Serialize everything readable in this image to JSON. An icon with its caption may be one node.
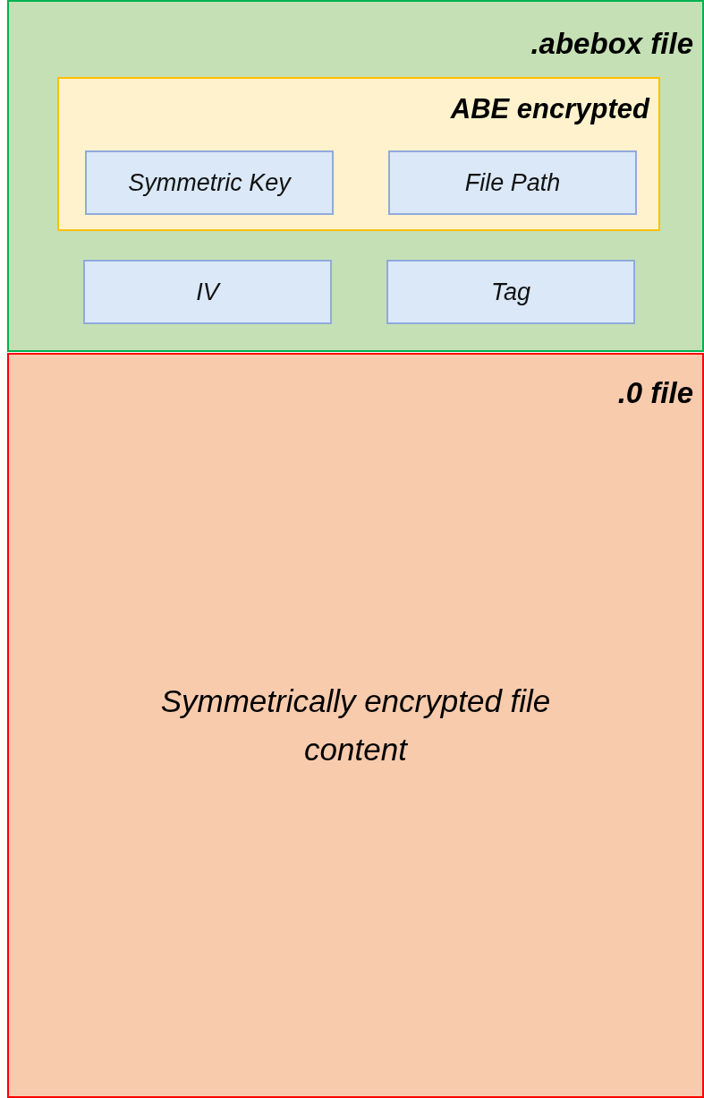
{
  "diagram": {
    "nodes": [
      {
        "text": [
          ".abebox file"
        ]
      },
      {
        "text": [
          "ABE encrypted"
        ],
        "in": 0
      },
      {
        "text": [
          "Symmetric Key"
        ],
        "in": 1
      },
      {
        "text": [
          "File Path"
        ],
        "in": 1
      },
      {
        "text": [
          "IV"
        ],
        "in": 0
      },
      {
        "text": [
          "Tag"
        ],
        "in": 0
      },
      {
        "text": [
          ".0 file",
          "Symmetrically encrypted file content"
        ]
      }
    ]
  }
}
